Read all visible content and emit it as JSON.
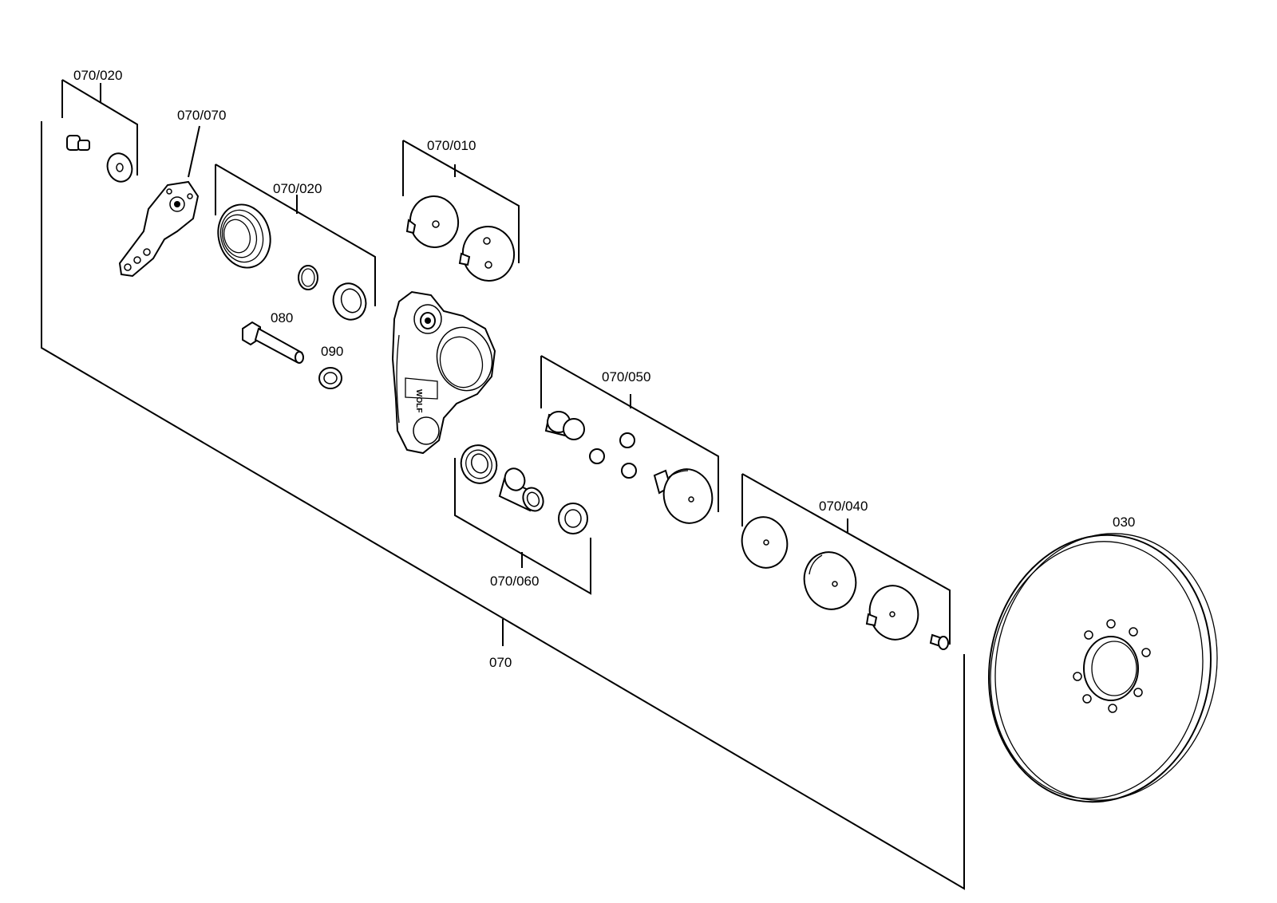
{
  "callouts": {
    "c070": "070",
    "c070_020_a": "070/020",
    "c070_070": "070/070",
    "c070_020_b": "070/020",
    "c070_010": "070/010",
    "c080": "080",
    "c090": "090",
    "c070_050": "070/050",
    "c070_060": "070/060",
    "c070_040": "070/040",
    "c030": "030"
  },
  "housing_mark": "WOLF"
}
